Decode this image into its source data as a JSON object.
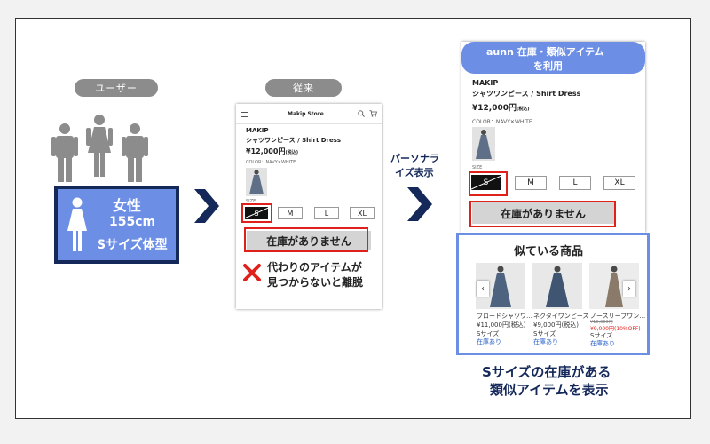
{
  "labels": {
    "user": "ユーザー",
    "conventional": "従来",
    "personalize": [
      "パーソナラ",
      "イズ表示"
    ],
    "aunn_header": [
      "aunn 在庫・類似アイテム",
      "を利用"
    ]
  },
  "user_profile": {
    "gender": "女性",
    "height": "155cm",
    "body_type": "Sサイズ体型"
  },
  "shop": {
    "name": "Makip Store",
    "brand": "MAKIP",
    "product": "シャツワンピース / Shirt Dress",
    "price": "¥12,000円",
    "tax_note": "(税込)",
    "color": "COLOR：NAVY✕WHITE",
    "size_label": "SIZE",
    "sizes": [
      "S",
      "M",
      "L",
      "XL"
    ],
    "out_of_stock": "在庫がありません"
  },
  "failure_caption": [
    "代わりのアイテムが",
    "見つからないと離脱"
  ],
  "similar": {
    "title": "似ている商品",
    "items": [
      {
        "name": "ブロードシャツワ…",
        "price": "¥11,000円(税込)",
        "size": "Sサイズ",
        "stock": "在庫あり"
      },
      {
        "name": "ネクタイワンピース",
        "price": "¥9,000円(税込)",
        "size": "Sサイズ",
        "stock": "在庫あり"
      },
      {
        "name": "ノースリーブワン…",
        "old_price": "¥10,000円",
        "price": "¥9,000円(10%OFF)",
        "size": "Sサイズ",
        "stock": "在庫あり"
      }
    ]
  },
  "result_caption": [
    "Sサイズの在庫がある",
    "類似アイテムを表示"
  ],
  "icons": {
    "menu": "hamburger-icon",
    "search": "search-icon",
    "cart": "cart-icon",
    "fail": "cross-icon",
    "prev": "chevron-left-icon",
    "next": "chevron-right-icon"
  },
  "colors": {
    "navy": "#14285a",
    "accent_blue": "#6c8ee4",
    "red": "#e0201a",
    "pill_gray": "#8c8c8c"
  }
}
